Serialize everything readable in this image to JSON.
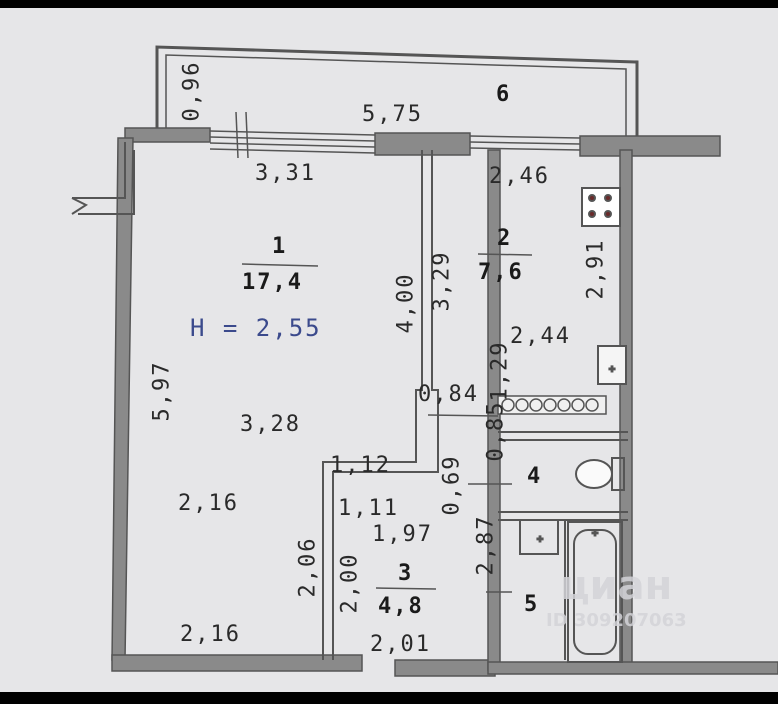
{
  "rooms": [
    {
      "number": "1",
      "area": "17,4"
    },
    {
      "number": "2",
      "area": "7,6"
    },
    {
      "number": "3",
      "area": "4,8"
    },
    {
      "number": "4"
    },
    {
      "number": "5"
    },
    {
      "number": "6"
    }
  ],
  "height_label": "H = 2,55",
  "dimensions": {
    "d096": "0,96",
    "d575": "5,75",
    "d331": "3,31",
    "d246": "2,46",
    "d400": "4,00",
    "d329": "3,29",
    "d291": "2,91",
    "d244": "2,44",
    "d597": "5,97",
    "d328": "3,28",
    "d084": "0,84",
    "d129": "1,29",
    "d085": "0,85",
    "d069": "0,69",
    "d112": "1,12",
    "d111": "1,11",
    "d216a": "2,16",
    "d197": "1,97",
    "d206": "2,06",
    "d200": "2,00",
    "d287": "2,87",
    "d216b": "2,16",
    "d201": "2,01"
  },
  "watermark": {
    "brand": "циан",
    "id": "ID 309207063"
  },
  "colors": {
    "paper": "#e6e6e8",
    "wall": "#7a7a7a",
    "line": "#555555",
    "text": "#2a2a2a",
    "height_text": "#3b4a8c"
  }
}
